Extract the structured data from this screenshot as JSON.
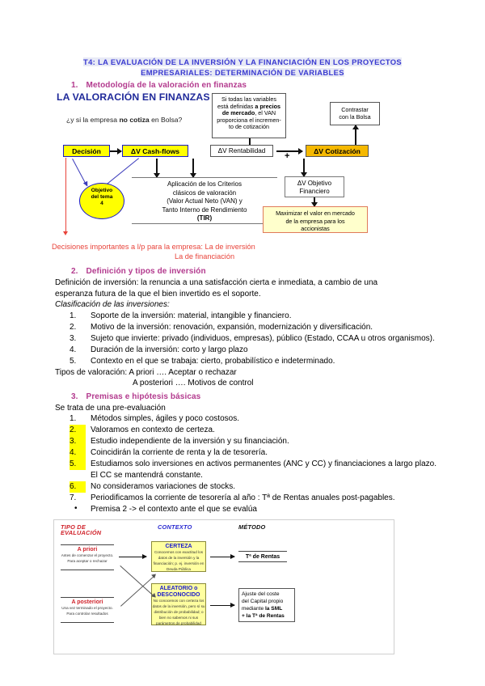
{
  "title": {
    "line1": "T4: LA EVALUACIÓN DE LA INVERSIÓN Y LA FINANCIACIÓN EN LOS PROYECTOS",
    "line2": "EMPRESARIALES: DETERMINACIÓN DE VARIABLES"
  },
  "sections": {
    "s1": {
      "num": "1.",
      "label": "Metodología de la valoración en finanzas"
    },
    "s2": {
      "num": "2.",
      "label": "Definición y tipos de inversión"
    },
    "s3": {
      "num": "3.",
      "label": "Premisas e hipótesis básicas"
    }
  },
  "diagram1": {
    "heading": "LA VALORACIÓN EN FINANZAS",
    "question": "¿y si la empresa no cotiza en Bolsa?",
    "question_bold": "no cotiza",
    "note_box": "Si todas las variables está definidas a precios de mercado, el VAN proporciona el incremento de cotización",
    "note_box_l1": "Si todas las variables",
    "note_box_l2a": "está definidas ",
    "note_box_l2b": "a precios",
    "note_box_l3a": "de mercado",
    "note_box_l3b": ", el VAN",
    "note_box_l4": "proporciona el incremen-",
    "note_box_l5": "to de cotización",
    "contrastar_l1": "Contrastar",
    "contrastar_l2": "con la Bolsa",
    "decision": "Decisión",
    "cash_flows": "ΔV Cash-flows",
    "rentabilidad": "ΔV Rentabilidad",
    "cotizacion": "ΔV Cotización",
    "plus_sign": "+",
    "objetivo_l1": "Objetivo",
    "objetivo_l2": "del tema",
    "objetivo_l3": "4",
    "criterios_l1": "Aplicación de los Criterios",
    "criterios_l2": "clásicos de valoración",
    "criterios_l3": "(Valor Actual Neto (VAN) y",
    "criterios_l4": "Tanto Interno de Rendimiento",
    "criterios_l5": "(TIR)",
    "criterios_l5b": ")",
    "objetivo_fin_l1": "ΔV Objetivo",
    "objetivo_fin_l2": "Financiero",
    "maximizar_l1": "Maximizar el valor en mercado",
    "maximizar_l2": "de la empresa para los",
    "maximizar_l3": "accionistas",
    "red_note_l1": "Decisiones importantes a l/p para la empresa: La de inversión",
    "red_note_l2": "La de financiación"
  },
  "definicion": {
    "line1": "Definición de inversión: la renuncia a una satisfacción cierta e inmediata, a cambio de una",
    "line2": "esperanza futura de la que el bien invertido es el soporte.",
    "clasificacion": "Clasificación de las inversiones:",
    "items": [
      {
        "num": "1.",
        "text": "Soporte de la inversión: material, intangible y financiero.",
        "highlight": false
      },
      {
        "num": "2.",
        "text": "Motivo de la inversión: renovación, expansión, modernización y diversificación.",
        "highlight": false
      },
      {
        "num": "3.",
        "text": "Sujeto que invierte: privado (individuos, empresas), público (Estado, CCAA u otros organismos).",
        "highlight": false
      },
      {
        "num": "4.",
        "text": "Duración de la inversión: corto y largo plazo",
        "highlight": false
      },
      {
        "num": "5.",
        "text": "Contexto en el que se trabaja: cierto, probabilístico e indeterminado.",
        "highlight": false
      }
    ],
    "tipos_l1": "Tipos de valoración: A priori …. Aceptar o rechazar",
    "tipos_l2": "A posteriori …. Motivos de control"
  },
  "premisas": {
    "intro": "Se trata de una pre-evaluación",
    "items": [
      {
        "num": "1.",
        "text": "Métodos simples, ágiles y poco costosos.",
        "highlight": false
      },
      {
        "num": "2.",
        "text": "Valoramos en contexto de certeza.",
        "highlight": true
      },
      {
        "num": "3.",
        "text": "Estudio independiente de la inversión y su financiación.",
        "highlight": true
      },
      {
        "num": "4.",
        "text": "Coincidirán la corriente de renta y la de tesorería.",
        "highlight": true
      },
      {
        "num": "5.",
        "text": "Estudiamos solo inversiones en activos permanentes (ANC y CC) y financiaciones a largo plazo. El CC se mantendrá constante.",
        "highlight": true
      },
      {
        "num": "6.",
        "text": "No consideramos variaciones de stocks.",
        "highlight": true
      },
      {
        "num": "7.",
        "text": "Periodificamos la corriente de tesorería al año : Tª de Rentas anuales post-pagables.",
        "highlight": false
      }
    ],
    "bullet": "Premisa 2 -> el contexto ante el que se evalúa"
  },
  "diagram2": {
    "hdr_tipo_l1": "TIPO DE",
    "hdr_tipo_l2": "EVALUACIÓN",
    "hdr_contexto": "CONTEXTO",
    "hdr_metodo": "MÉTODO",
    "apriori_title": "A priori",
    "apriori_body": "Antes de comenzar el proyecto. Para aceptar o rechazar",
    "aposteriori_title": "A posteriori",
    "aposteriori_body": "Una vez terminado el proyecto. Para controlar resultados",
    "certeza_title": "CERTEZA",
    "certeza_body": "Conocemos con exactitud los datos de la inversión y la financiación; p. ej. inversión en Deuda Pública",
    "aleatorio_title_l1": "ALEATORIO o",
    "aleatorio_title_l2": "DESCONOCIDO",
    "aleatorio_body": "No conocemos con certeza los datos de la inversión, pero sí su distribución de probabilidad; o bien no sabemos ni sus parámetros de probabilidad",
    "metodo1": "Tª de Rentas",
    "metodo2_l1": "Ajuste del coste",
    "metodo2_l2": "del Capital propio",
    "metodo2_l3a": "mediante ",
    "metodo2_l3b": "la SML",
    "metodo2_l4a": "+ la Tª de Rentas"
  },
  "colors": {
    "title_blue": "#3a3ad0",
    "section_magenta": "#b33a8e",
    "red": "#e8433a",
    "highlight_yellow": "#ffff00",
    "box_yellow": "#ffff00",
    "box_orange": "#f5b800",
    "cream": "#ffffcc",
    "diagram_blue": "#1a1acb"
  }
}
